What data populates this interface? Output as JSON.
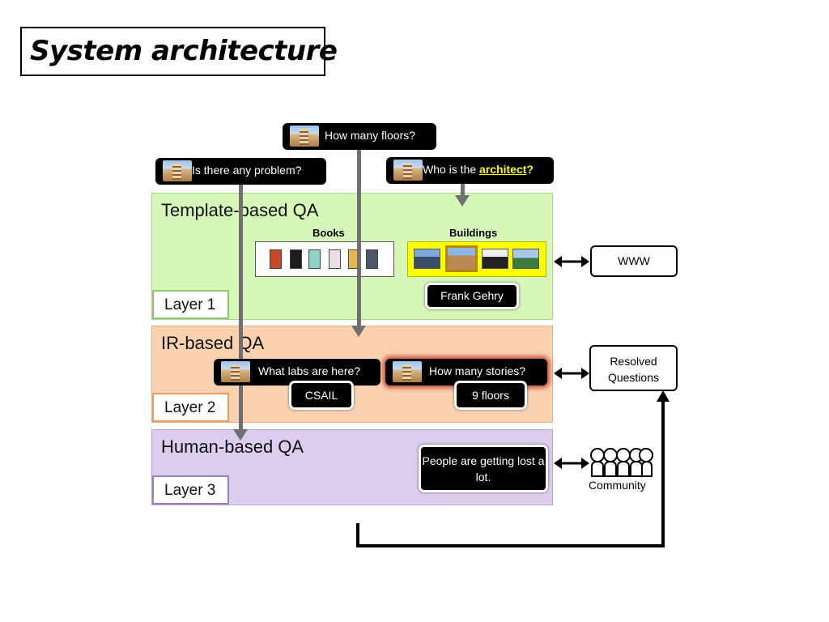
{
  "slide": {
    "title": "System architecture"
  },
  "layers": [
    {
      "title": "Template-based QA",
      "tag": "Layer 1"
    },
    {
      "title": "IR-based QA",
      "tag": "Layer 2"
    },
    {
      "title": "Human-based QA",
      "tag": "Layer 3"
    }
  ],
  "questions": {
    "floors": "How many floors?",
    "problem": "Is there any problem?",
    "architect_prefix": "Who is the ",
    "architect_keyword": "architect",
    "architect_suffix": "?",
    "labs": "What labs are here?",
    "stories": "How many stories?"
  },
  "answers": {
    "architect": "Frank Gehry",
    "labs": "CSAIL",
    "stories": "9 floors",
    "problem": "People are getting lost a lot."
  },
  "strips": {
    "books_label": "Books",
    "buildings_label": "Buildings"
  },
  "external": {
    "www": "WWW",
    "resolved_line1": "Resolved",
    "resolved_line2": "Questions",
    "community": "Community"
  },
  "colors": {
    "layer1": "#d6f7b8",
    "layer2": "#fbd2b0",
    "layer3": "#dccdee",
    "highlight": "#ffff00",
    "arrow": "#707070"
  }
}
